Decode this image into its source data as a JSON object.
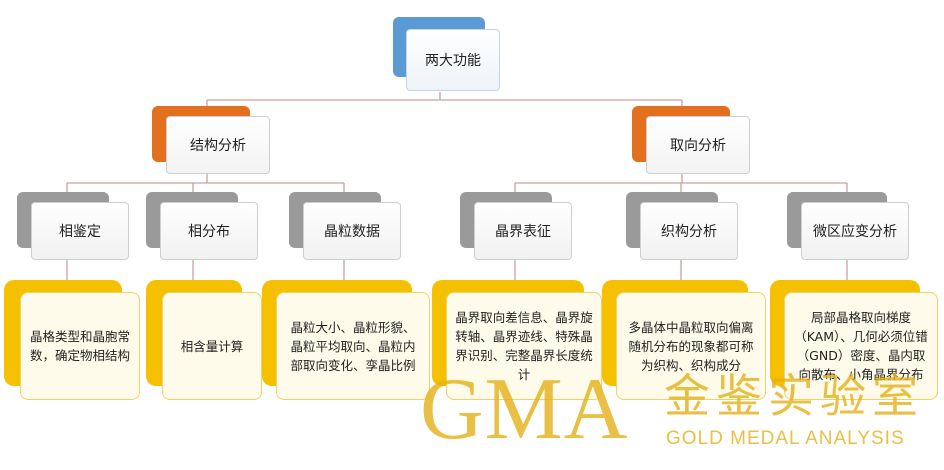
{
  "root": {
    "label": "两大功能"
  },
  "branches": [
    {
      "label": "结构分析",
      "children": [
        {
          "label": "相鉴定",
          "detail": "晶格类型和晶胞常数，确定物相结构"
        },
        {
          "label": "相分布",
          "detail": "相含量计算"
        },
        {
          "label": "晶粒数据",
          "detail": "晶粒大小、晶粒形貌、晶粒平均取向、晶粒内部取向变化、孪晶比例"
        }
      ]
    },
    {
      "label": "取向分析",
      "children": [
        {
          "label": "晶界表征",
          "detail": "晶界取向差信息、晶界旋转轴、晶界迹线、特殊晶界识别、完整晶界长度统计"
        },
        {
          "label": "织构分析",
          "detail": "多晶体中晶粒取向偏离随机分布的现象都可称为织构、织构成分"
        },
        {
          "label": "微区应变分析",
          "detail": "局部晶格取向梯度（KAM）、几何必须位错（GND）密度、晶内取向散布、小角晶界分布"
        }
      ]
    }
  ],
  "watermark": {
    "big": "GMA",
    "cn": "金鉴实验室",
    "en": "GOLD MEDAL ANALYSIS"
  },
  "colors": {
    "root": "#5b9bd5",
    "branch": "#e2701f",
    "category": "#9a9a9a",
    "detail": "#f5c000",
    "line": "#c9a0a0"
  }
}
